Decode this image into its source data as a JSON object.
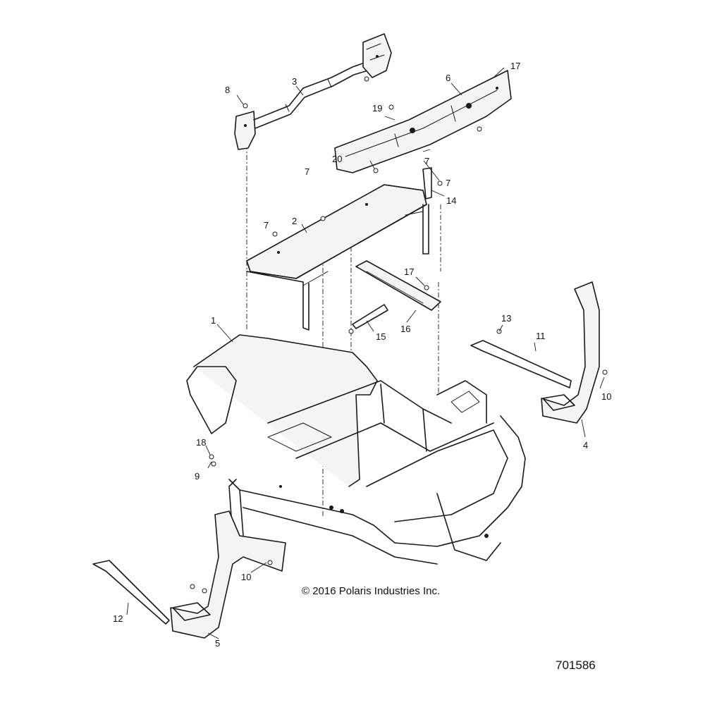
{
  "copyright": "© 2016 Polaris Industries Inc.",
  "figure_id": "701586",
  "callouts": {
    "c1": "1",
    "c2": "2",
    "c3": "3",
    "c4": "4",
    "c5": "5",
    "c6": "6",
    "c7a": "7",
    "c7b": "7",
    "c7c": "7",
    "c7d": "7",
    "c8": "8",
    "c9": "9",
    "c10a": "10",
    "c10b": "10",
    "c11": "11",
    "c12": "12",
    "c13": "13",
    "c14": "14",
    "c15": "15",
    "c16": "16",
    "c17a": "17",
    "c17b": "17",
    "c18": "18",
    "c19": "19",
    "c20": "20"
  }
}
